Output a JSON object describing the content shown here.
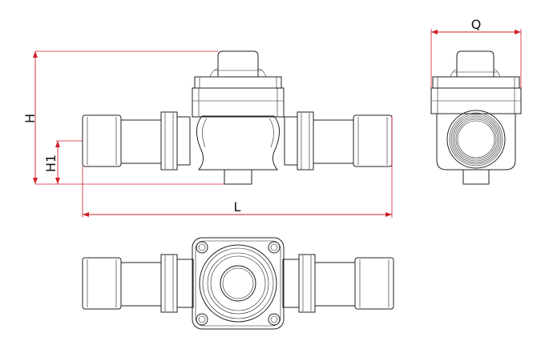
{
  "dimensions": {
    "height": "H",
    "height_inlet": "H1",
    "length": "L",
    "width": "Q"
  },
  "colors": {
    "line": "#222222",
    "dimension": "#d0202a",
    "background": "#ffffff"
  }
}
